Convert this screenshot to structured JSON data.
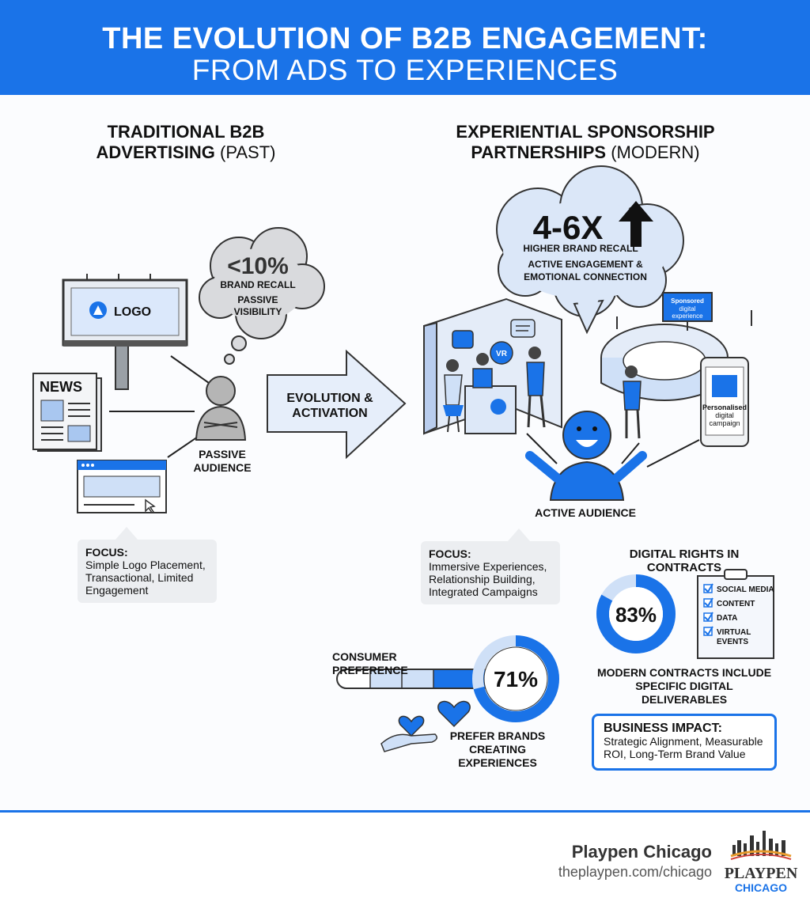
{
  "header": {
    "title_line1": "THE EVOLUTION OF B2B ENGAGEMENT:",
    "title_line2": "FROM ADS TO EXPERIENCES"
  },
  "left": {
    "title_bold": "TRADITIONAL B2B",
    "title_bold2": "ADVERTISING",
    "title_light": "(PAST)",
    "billboard_logo": "LOGO",
    "news_label": "NEWS",
    "thought_stat": "<10%",
    "thought_line1": "BRAND RECALL",
    "thought_line2": "PASSIVE",
    "thought_line3": "VISIBILITY",
    "audience_line1": "PASSIVE",
    "audience_line2": "AUDIENCE",
    "focus_title": "FOCUS:",
    "focus_line1": "Simple Logo Placement,",
    "focus_line2": "Transactional, Limited",
    "focus_line3": "Engagement"
  },
  "arrow": {
    "line1": "EVOLUTION &",
    "line2": "ACTIVATION"
  },
  "right": {
    "title_bold": "EXPERIENTIAL SPONSORSHIP",
    "title_bold2": "PARTNERSHIPS",
    "title_light": "(MODERN)",
    "cloud_stat": "4-6X",
    "cloud_line1": "HIGHER BRAND RECALL",
    "cloud_line2": "ACTIVE ENGAGEMENT &",
    "cloud_line3": "EMOTIONAL CONNECTION",
    "vr_label": "VR",
    "stadium_screen_1": "Sponsored",
    "stadium_screen_2": "digital",
    "stadium_screen_3": "experience",
    "phone_line1": "Personalised",
    "phone_line2": "digital",
    "phone_line3": "campaign",
    "audience_label": "ACTIVE AUDIENCE",
    "focus_title": "FOCUS:",
    "focus_line1": "Immersive Experiences,",
    "focus_line2": "Relationship Building,",
    "focus_line3": "Integrated Campaigns"
  },
  "digital_rights": {
    "title": "DIGITAL RIGHTS IN CONTRACTS",
    "percent_label": "83%",
    "percent_value": 83,
    "checklist": [
      "SOCIAL MEDIA",
      "CONTENT",
      "DATA",
      "VIRTUAL",
      "EVENTS"
    ],
    "caption_line1": "MODERN CONTRACTS INCLUDE",
    "caption_line2": "SPECIFIC DIGITAL DELIVERABLES"
  },
  "consumer": {
    "title": "CONSUMER PREFERENCE",
    "percent_label": "71%",
    "percent_value": 71,
    "caption_line1": "PREFER BRANDS",
    "caption_line2": "CREATING EXPERIENCES"
  },
  "impact": {
    "title": "BUSINESS IMPACT:",
    "line1": "Strategic Alignment, Measurable",
    "line2": "ROI, Long-Term Brand Value"
  },
  "footer": {
    "brand_name": "Playpen Chicago",
    "url": "theplaypen.com/chicago",
    "logo_word1": "PLAYPEN",
    "logo_word2": "CHICAGO"
  },
  "colors": {
    "blue": "#1a73e8",
    "light_blue": "#cfe0f7",
    "gray": "#b5b5b5"
  }
}
